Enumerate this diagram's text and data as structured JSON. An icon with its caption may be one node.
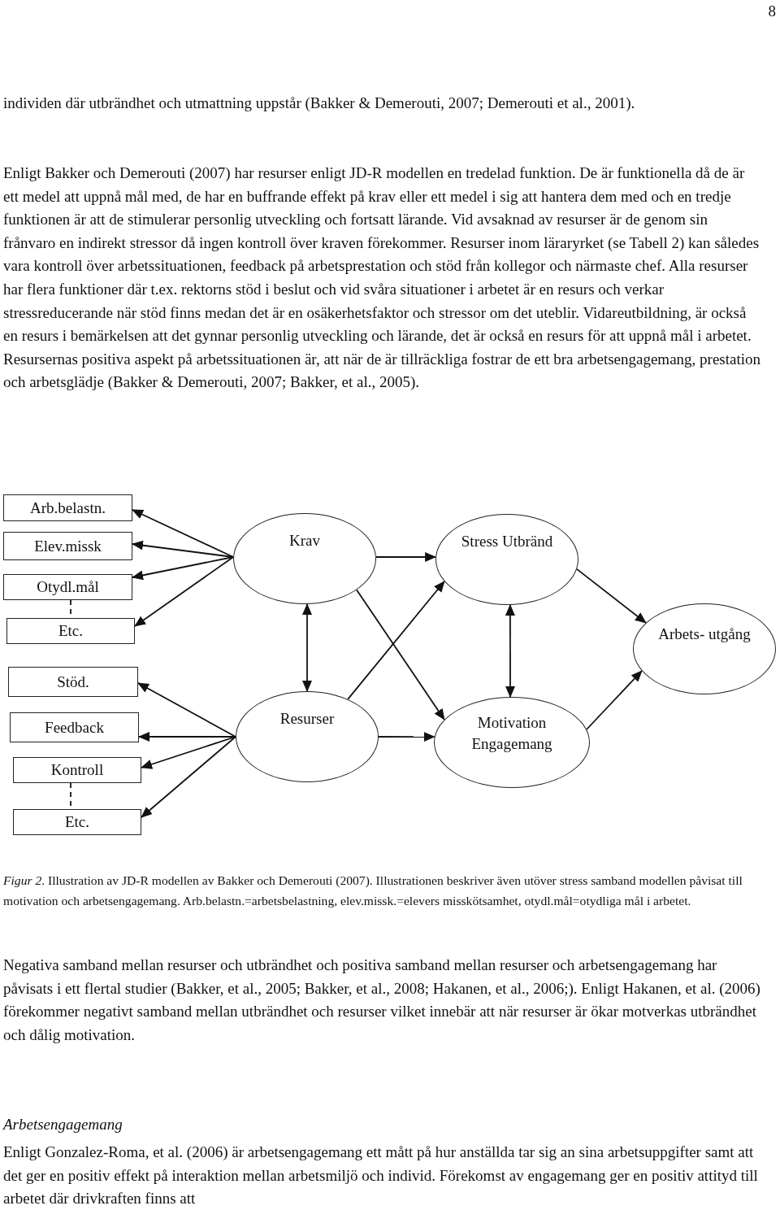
{
  "diagram": {
    "caption": "*Figur 2*. Illustration av JD-R modellen av Bakker och Demerouti (2007). Illustrationen beskriver även utöver stress samband modellen påvisat till motivation och arbetsengagemang. Arb.belastn.=arbetsbelastning, elev.missk.=elevers misskötsamhet, otydl.mål=otydliga mål i arbetet.",
    "nodes": [
      {
        "text": [
          "Arb.belastn."
        ]
      },
      {
        "text": [
          "Elev.missk"
        ]
      },
      {
        "text": [
          "Otydl.mål"
        ]
      },
      {
        "text": [
          "Etc."
        ]
      },
      {
        "text": [
          "Stöd."
        ]
      },
      {
        "text": [
          "Feedback"
        ]
      },
      {
        "text": [
          "Kontroll"
        ]
      },
      {
        "text": [
          "Etc."
        ]
      },
      {
        "text": [
          "Krav"
        ]
      },
      {
        "text": [
          "Stress Utbränd"
        ]
      },
      {
        "text": [
          "Arbets- utgång"
        ]
      },
      {
        "text": [
          "Resurser"
        ]
      },
      {
        "text": [
          "Motivation Engagemang"
        ]
      }
    ],
    "edges": [
      {
        "from": 8,
        "to": 0,
        "arrow": "to"
      },
      {
        "from": 8,
        "to": 1,
        "arrow": "to"
      },
      {
        "from": 8,
        "to": 2,
        "arrow": "to"
      },
      {
        "from": 8,
        "to": 3,
        "arrow": "to"
      },
      {
        "from": 2,
        "to": 3,
        "arrow": "none",
        "style": "dashed"
      },
      {
        "from": 8,
        "to": 11,
        "arrow": "both"
      },
      {
        "from": 8,
        "to": 9,
        "arrow": "to"
      },
      {
        "from": 8,
        "to": 12,
        "arrow": "to"
      },
      {
        "from": 11,
        "to": 9,
        "arrow": "to"
      },
      {
        "from": 11,
        "to": 12,
        "arrow": "to"
      },
      {
        "from": 11,
        "to": 4,
        "arrow": "to"
      },
      {
        "from": 11,
        "to": 5,
        "arrow": "to"
      },
      {
        "from": 11,
        "to": 6,
        "arrow": "to"
      },
      {
        "from": 11,
        "to": 7,
        "arrow": "to"
      },
      {
        "from": 6,
        "to": 7,
        "arrow": "none",
        "style": "dashed"
      },
      {
        "from": 9,
        "to": 12,
        "arrow": "both"
      },
      {
        "from": 9,
        "to": 10,
        "arrow": "to"
      },
      {
        "from": 12,
        "to": 10,
        "arrow": "to"
      }
    ],
    "labels": [
      "8",
      "individen där utbrändhet och utmattning uppstår (Bakker & Demerouti, 2007; Demerouti et al., 2001).",
      "Enligt Bakker och Demerouti (2007) har resurser enligt JD-R modellen en tredelad funktion. De är funktionella då de är ett medel att uppnå mål med, de har en buffrande effekt på krav eller ett medel i sig att hantera dem med och en tredje funktionen är att de stimulerar personlig utveckling och fortsatt lärande. Vid avsaknad av resurser är de genom sin frånvaro en indirekt stressor då ingen kontroll över kraven förekommer. Resurser inom läraryrket (se Tabell 2) kan således vara kontroll över arbetssituationen, feedback på arbetsprestation och stöd från kollegor och närmaste chef. Alla resurser har flera funktioner där t.ex. rektorns stöd i beslut och vid svåra situationer i arbetet är en resurs och verkar stressreducerande när stöd finns medan det är en osäkerhetsfaktor och stressor om det uteblir. Vidareutbildning, är också en resurs i bemärkelsen att det gynnar personlig utveckling och lärande, det är också en resurs för att uppnå mål i arbetet. Resursernas positiva aspekt på arbetssituationen är, att när de är tillräckliga fostrar de ett bra arbetsengagemang, prestation och arbetsglädje (Bakker & Demerouti, 2007; Bakker, et al., 2005).",
      "Negativa samband mellan resurser och utbrändhet och positiva samband mellan resurser och arbetsengagemang har påvisats i ett flertal studier (Bakker, et al., 2005; Bakker, et al., 2008; Hakanen, et al., 2006;). Enligt Hakanen, et al. (2006) förekommer negativt samband mellan utbrändhet och resurser vilket innebär att när resurser är ökar motverkas utbrändhet och dålig motivation.",
      "Arbetsengagemang",
      "Enligt Gonzalez-Roma, et al. (2006) är arbetsengagemang ett mått på hur anställda tar sig an sina arbetsuppgifter samt att det ger en positiv effekt på interaktion mellan arbetsmiljö och individ. Förekomst av engagemang ger en positiv attityd till arbetet där drivkraften finns att"
    ]
  }
}
